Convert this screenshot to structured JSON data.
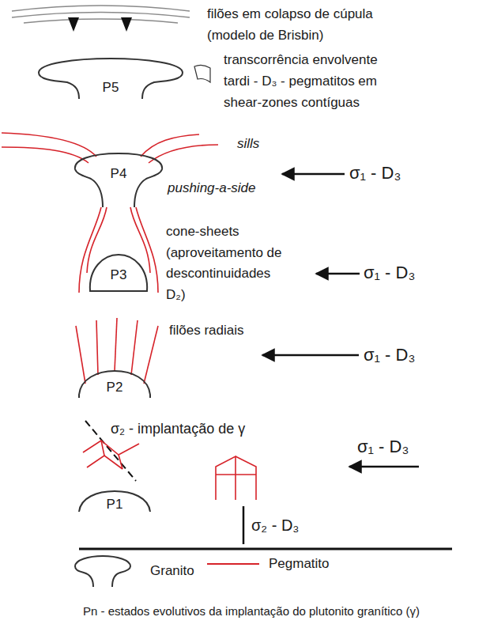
{
  "diagram": {
    "caption": "Pn - estados evolutivos da implantação do plutonito granítico (γ)",
    "nodes": [
      {
        "text": [
          "P5"
        ]
      },
      {
        "text": [
          "P4"
        ]
      },
      {
        "text": [
          "P3"
        ]
      },
      {
        "text": [
          "P2"
        ]
      },
      {
        "text": [
          "P1"
        ]
      }
    ],
    "labels": [
      "filões em colapso de cúpula (modelo de Brisbin)",
      "transcorrência envolvente tardi - D₃ - pegmatitos em shear-zones contíguas",
      "sills",
      "σ₁ - D₃",
      "pushing-a-side",
      "cone-sheets (aproveitamento de descontinuidades D₂)",
      "σ₁ - D₃",
      "filões radiais",
      "σ₁ - D₃",
      "σ₂ - implantação de γ",
      "σ₁ - D₃",
      "σ₂ - D₃"
    ],
    "legend": [
      {
        "text": "Granito"
      },
      {
        "text": "Pegmatito"
      }
    ]
  }
}
